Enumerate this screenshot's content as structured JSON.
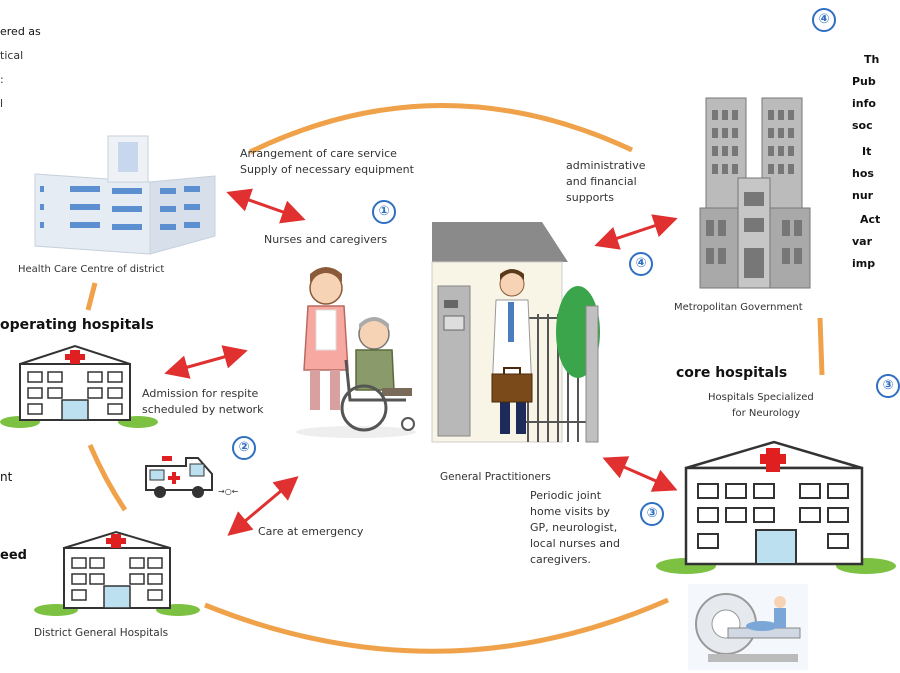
{
  "left_clipped_text": {
    "line1": "ered as",
    "line2": "tical",
    "line3": ":",
    "line4": "l"
  },
  "right_clipped_text": {
    "line1": "Th",
    "line2": "Pub",
    "line3": "info",
    "line4": "soc",
    "line5": "It",
    "line6": "hos",
    "line7": "nur",
    "line8": "Act",
    "line9": "var",
    "line10": "imp"
  },
  "markers": {
    "m1": "①",
    "m2": "②",
    "m3": "③",
    "m4": "④",
    "m4_top": "④",
    "m3_edge": "③"
  },
  "labels": {
    "arrangement_line1": "Arrangement of care service",
    "arrangement_line2": "Supply of necessary equipment",
    "nurses": "Nurses and caregivers",
    "health_centre": "Health Care Centre of district",
    "cooperating": "operating hospitals",
    "admission_line1": "Admission for respite",
    "admission_line2": "scheduled by network",
    "left_nt": "nt",
    "left_eed": "eed",
    "care_emergency": "Care at emergency",
    "district_general": "District General Hospitals",
    "gp": "General Practitioners",
    "admin_line1": "administrative",
    "admin_line2": "and financial",
    "admin_line3": "supports",
    "metro": "Metropolitan Government",
    "core": "core hospitals",
    "neuro_line1": "Hospitals Specialized",
    "neuro_line2": "for Neurology",
    "visits_line1": "Periodic joint",
    "visits_line2": "home visits by",
    "visits_line3": "GP, neurologist,",
    "visits_line4": "local nurses and",
    "visits_line5": "caregivers.",
    "ambulance_text": "→○←"
  },
  "colors": {
    "orange_arc": "#f0a24a",
    "red_arrow": "#e03030",
    "blue_marker": "#2f6fc2",
    "red_cross": "#e02020",
    "green_grass": "#7cc142"
  }
}
